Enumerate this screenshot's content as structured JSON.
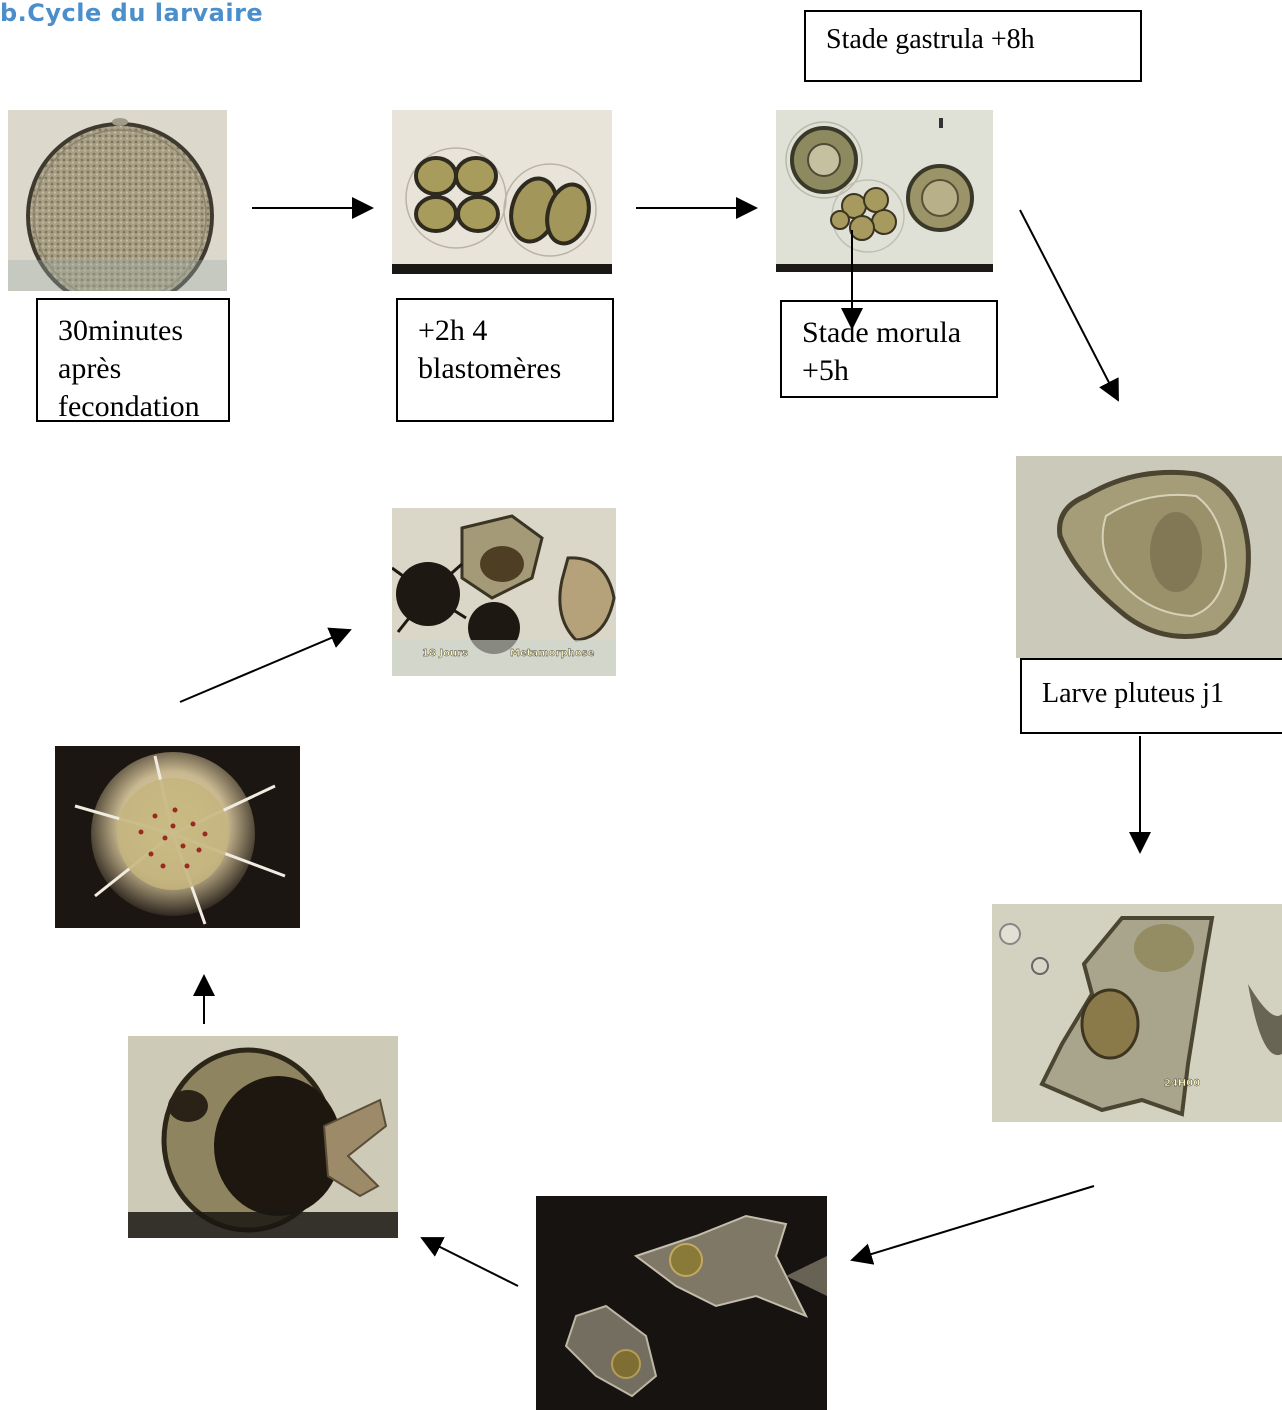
{
  "heading": "b.Cycle du larvaire",
  "labels": {
    "gastrula": "Stade gastrula +8h",
    "egg": [
      "30minutes",
      "après",
      "fecondation"
    ],
    "blastomeres": [
      "+2h 4",
      "blastomères"
    ],
    "morula": [
      "Stade morula",
      "+5h"
    ],
    "pluteus": "Larve pluteus j1"
  },
  "photo_captions": {
    "metamorphosis_left": "18 Jours",
    "metamorphosis_right": "Metamorphose",
    "pluteus_24h": "24H00"
  },
  "colors": {
    "heading": "#4a8fcc",
    "arrow": "#000000",
    "micrograph_background": "#d9d4c3",
    "dark_field": "#151210"
  }
}
